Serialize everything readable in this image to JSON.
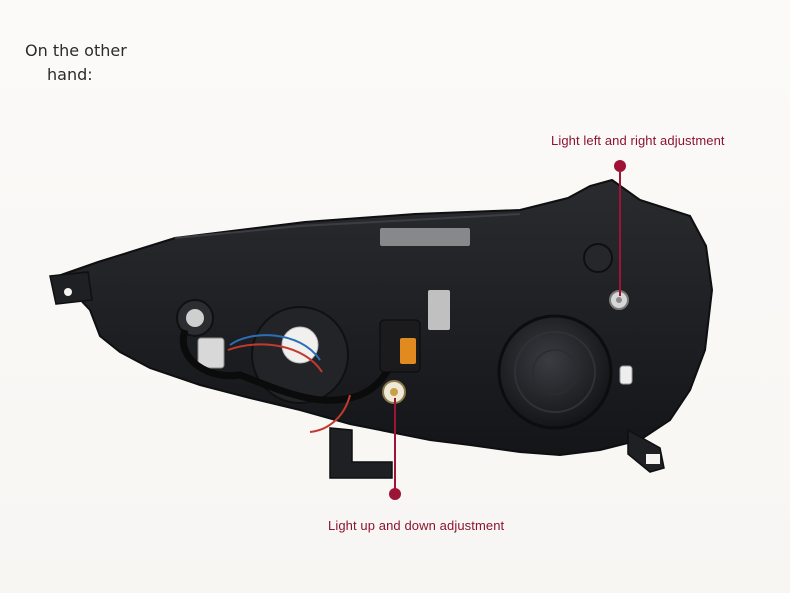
{
  "intro": {
    "line1": "On the other",
    "line2": "hand:"
  },
  "callouts": {
    "horizontal": "Light left and right adjustment",
    "vertical": "Light up and down adjustment"
  },
  "colors": {
    "accent": "#9e1436",
    "housing": "#1c1d20"
  }
}
